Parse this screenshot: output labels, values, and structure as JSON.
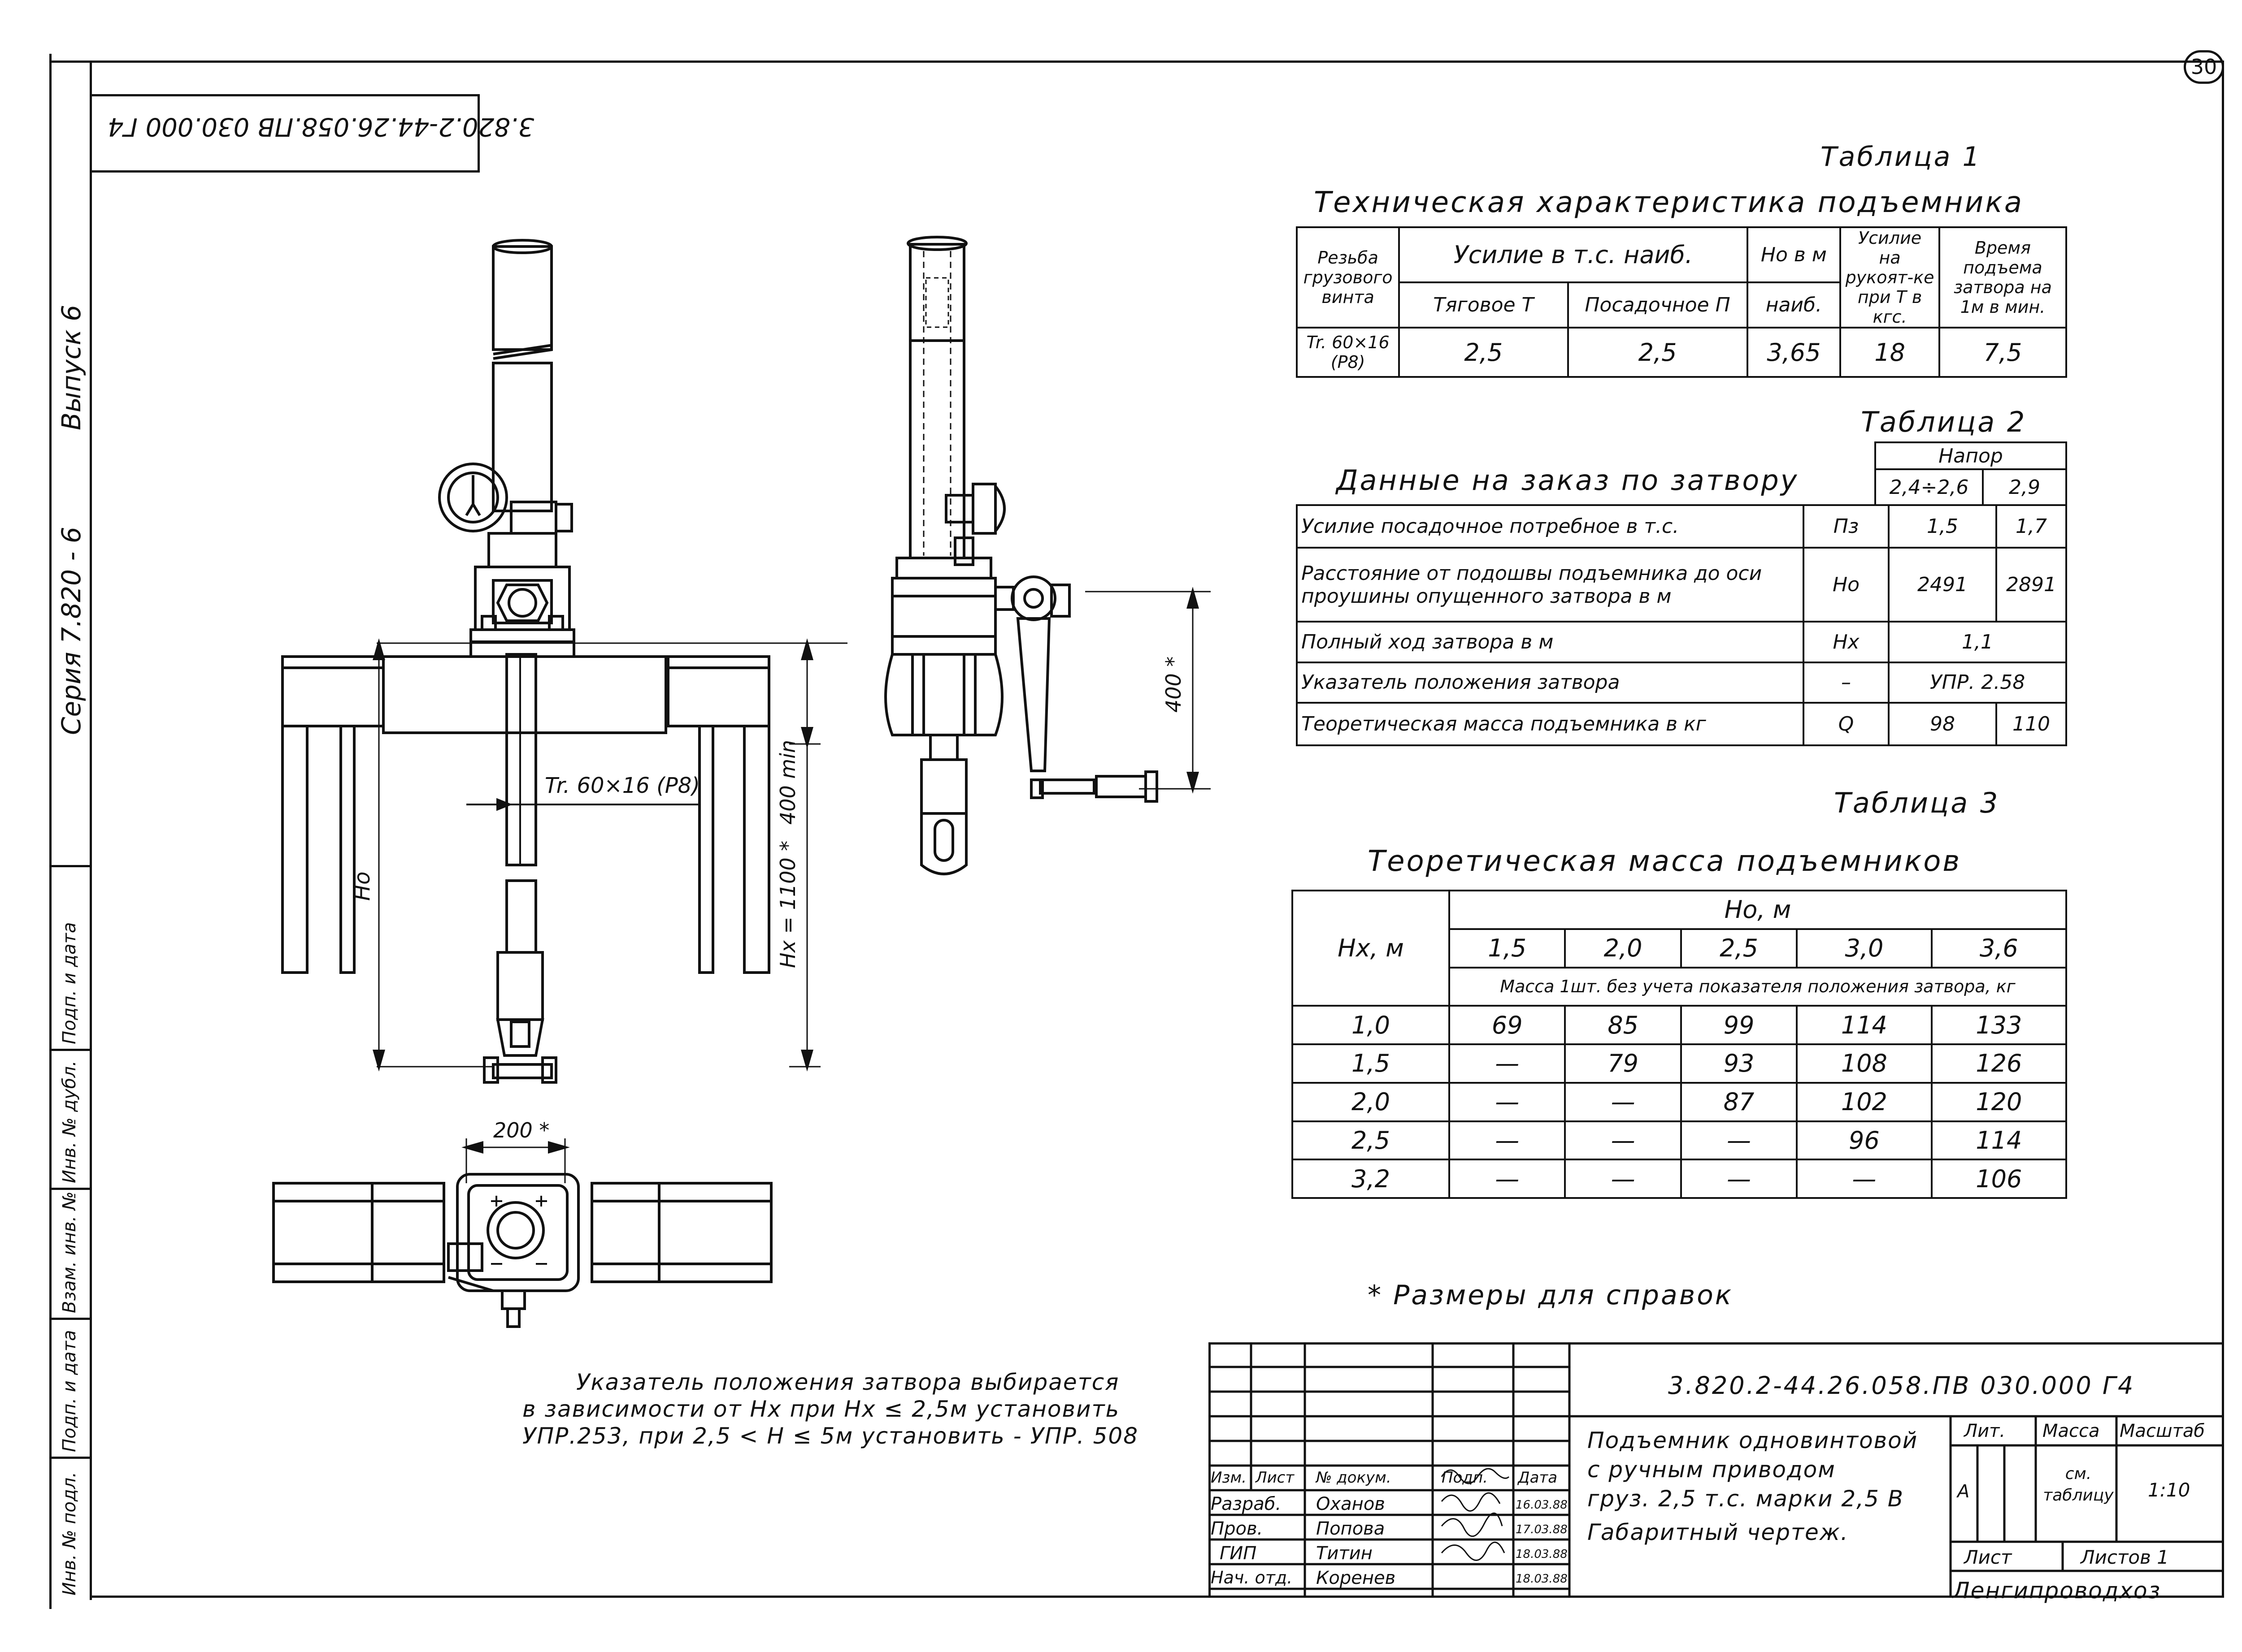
{
  "header": {
    "sheet_number": "30",
    "rotated_code": "3.820.2-44.26.058.ПВ 030.000 Г4",
    "margin_series": "Серия 7.820 - 6",
    "margin_issue": "Выпуск 6",
    "margin_labels": [
      "Инв. № подл.",
      "Подп. и дата",
      "Взам. инв. №",
      "Инв. № дубл.",
      "Подп. и дата"
    ]
  },
  "drawing": {
    "thread_label": "Tr. 60×16 (P8)",
    "dim_ho": "Ho",
    "dim_400min": "400 min",
    "dim_hx": "Hx = 1100 *",
    "dim_400": "400 *",
    "dim_200": "200 *"
  },
  "table1": {
    "caption": "Таблица 1",
    "title": "Техническая характеристика подъемника",
    "headers": {
      "thread": "Резьба грузового винта",
      "force": "Усилие в т.с. наиб.",
      "traction": "Тяговое Т",
      "landing": "Посадочное П",
      "ho_top": "Но в м",
      "ho_bottom": "наиб.",
      "handle": "Усилие на рукоят-ке при Т в кгс.",
      "time": "Время подъема затвора на 1м в мин."
    },
    "row": [
      "Tr. 60×16 (P8)",
      "2,5",
      "2,5",
      "3,65",
      "18",
      "7,5"
    ]
  },
  "table2": {
    "caption": "Таблица 2",
    "title": "Данные на заказ по затвору",
    "pressure_label": "Напор",
    "pressure_cols": [
      "2,4÷2,6",
      "2,9"
    ],
    "rows": [
      {
        "label": "Усилие посадочное потребное в т.с.",
        "sym": "Пз",
        "v1": "1,5",
        "v2": "1,7"
      },
      {
        "label": "Расстояние от подошвы подъемника до оси проушины опущенного затвора в м",
        "sym": "Но",
        "v1": "2491",
        "v2": "2891"
      },
      {
        "label": "Полный ход затвора в м",
        "sym": "Нх",
        "merged": "1,1"
      },
      {
        "label": "Указатель положения затвора",
        "sym": "–",
        "merged": "УПР. 2.58"
      },
      {
        "label": "Теоретическая масса подъемника в кг",
        "sym": "Q",
        "v1": "98",
        "v2": "110"
      }
    ]
  },
  "table3": {
    "caption": "Таблица 3",
    "title": "Теоретическая масса подъемников",
    "row_header": "Нх, м",
    "col_group": "Но, м",
    "cols": [
      "1,5",
      "2,0",
      "2,5",
      "3,0",
      "3,6"
    ],
    "note": "Масса 1шт. без учета показателя положения затвора, кг",
    "rows": [
      {
        "hx": "1,0",
        "vals": [
          "69",
          "85",
          "99",
          "114",
          "133"
        ]
      },
      {
        "hx": "1,5",
        "vals": [
          "—",
          "79",
          "93",
          "108",
          "126"
        ]
      },
      {
        "hx": "2,0",
        "vals": [
          "—",
          "—",
          "87",
          "102",
          "120"
        ]
      },
      {
        "hx": "2,5",
        "vals": [
          "—",
          "—",
          "—",
          "96",
          "114"
        ]
      },
      {
        "hx": "3,2",
        "vals": [
          "—",
          "—",
          "—",
          "—",
          "106"
        ]
      }
    ]
  },
  "notes": {
    "reference": "* Размеры для справок",
    "indicator_line1": "Указатель положения затвора выбирается",
    "indicator_line2": "в зависимости от Нх при Нх ≤ 2,5м установить",
    "indicator_line3": "УПР.253, при 2,5 < Н ≤ 5м установить - УПР. 508"
  },
  "titleblock": {
    "code": "3.820.2-44.26.058.ПВ 030.000 Г4",
    "name_line1": "Подъемник одновинтовой",
    "name_line2": "с ручным приводом",
    "name_line3": "груз. 2,5 т.с. марки 2,5 В",
    "name_line4": "Габаритный чертеж.",
    "hdr_lit": "Лит.",
    "hdr_mass": "Масса",
    "hdr_scale": "Масштаб",
    "lit_value": "А",
    "mass_value": "см. таблицу",
    "scale_value": "1:10",
    "sheet_label": "Лист",
    "sheets_label": "Листов 1",
    "org": "Ленгипроводхоз",
    "col_headers": [
      "Изм.",
      "Лист",
      "№ докум.",
      "Подп.",
      "Дата"
    ],
    "staff": [
      {
        "role": "Разраб.",
        "name": "Оханов",
        "date": "16.03.88"
      },
      {
        "role": "Пров.",
        "name": "Попова",
        "date": "17.03.88"
      },
      {
        "role": "ГИП",
        "name": "Титин",
        "date": "18.03.88"
      },
      {
        "role": "Нач. отд.",
        "name": "Коренев",
        "date": "18.03.88"
      }
    ]
  }
}
